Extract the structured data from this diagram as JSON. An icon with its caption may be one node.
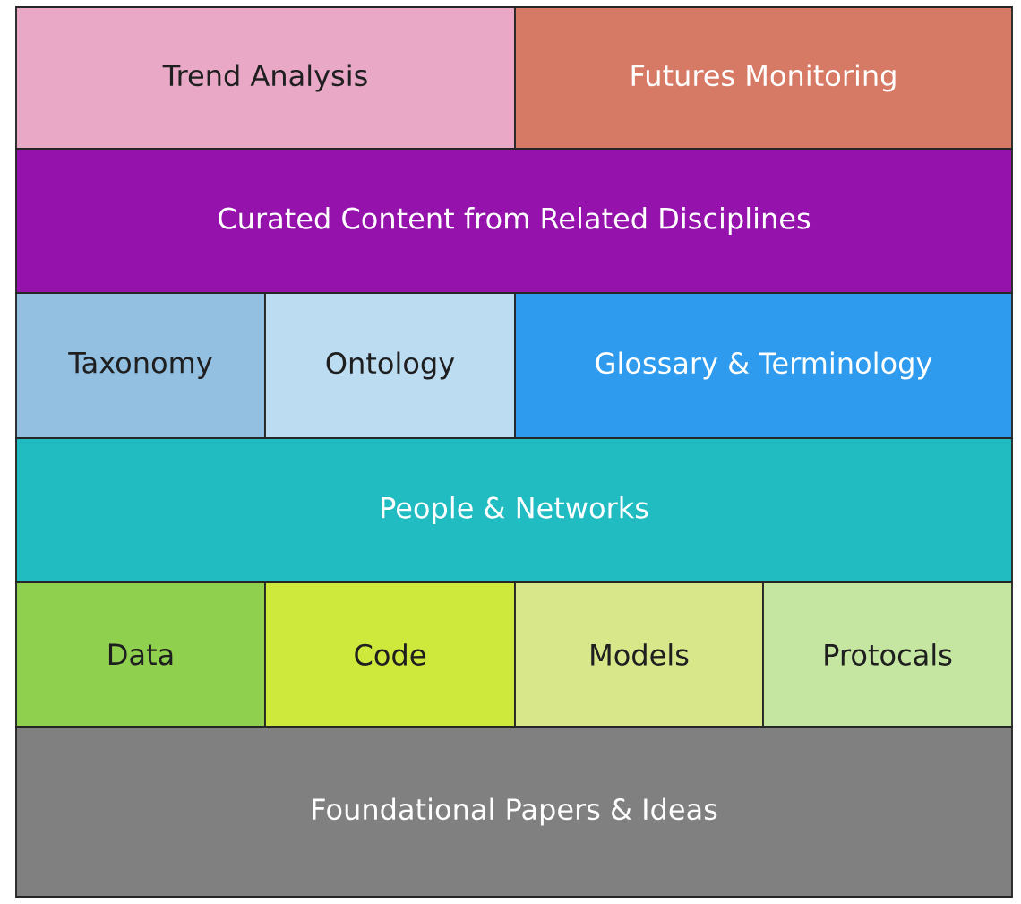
{
  "diagram": {
    "nodes": [
      {
        "text": [
          "Trend Analysis"
        ]
      },
      {
        "text": [
          "Futures Monitoring"
        ]
      },
      {
        "text": [
          "Curated Content from Related Disciplines"
        ]
      },
      {
        "text": [
          "Taxonomy"
        ]
      },
      {
        "text": [
          "Ontology"
        ]
      },
      {
        "text": [
          "Glossary & Terminology"
        ]
      },
      {
        "text": [
          "People & Networks"
        ]
      },
      {
        "text": [
          "Data"
        ]
      },
      {
        "text": [
          "Code"
        ]
      },
      {
        "text": [
          "Models"
        ]
      },
      {
        "text": [
          "Protocals"
        ]
      },
      {
        "text": [
          "Foundational Papers & Ideas"
        ]
      }
    ]
  }
}
